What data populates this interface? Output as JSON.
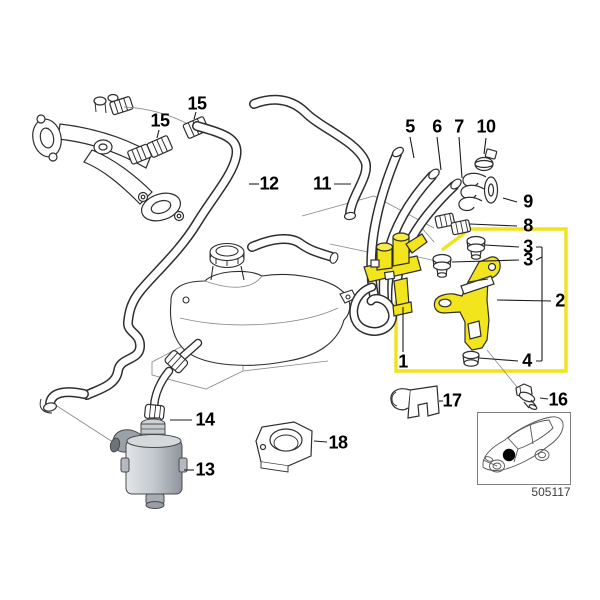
{
  "diagram": {
    "drawing_code": "505117",
    "highlight_color": "#efe31d",
    "callouts": [
      {
        "id": "15-left",
        "label": "15"
      },
      {
        "id": "15-right",
        "label": "15"
      },
      {
        "id": "12",
        "label": "12"
      },
      {
        "id": "11",
        "label": "11"
      },
      {
        "id": "5",
        "label": "5"
      },
      {
        "id": "6",
        "label": "6"
      },
      {
        "id": "7",
        "label": "7"
      },
      {
        "id": "10",
        "label": "10"
      },
      {
        "id": "9",
        "label": "9"
      },
      {
        "id": "8",
        "label": "8"
      },
      {
        "id": "3-upper",
        "label": "3"
      },
      {
        "id": "3-lower",
        "label": "3"
      },
      {
        "id": "2",
        "label": "2"
      },
      {
        "id": "1",
        "label": "1"
      },
      {
        "id": "4",
        "label": "4"
      },
      {
        "id": "17",
        "label": "17"
      },
      {
        "id": "16",
        "label": "16"
      },
      {
        "id": "14",
        "label": "14"
      },
      {
        "id": "13",
        "label": "13"
      },
      {
        "id": "18",
        "label": "18"
      }
    ]
  }
}
